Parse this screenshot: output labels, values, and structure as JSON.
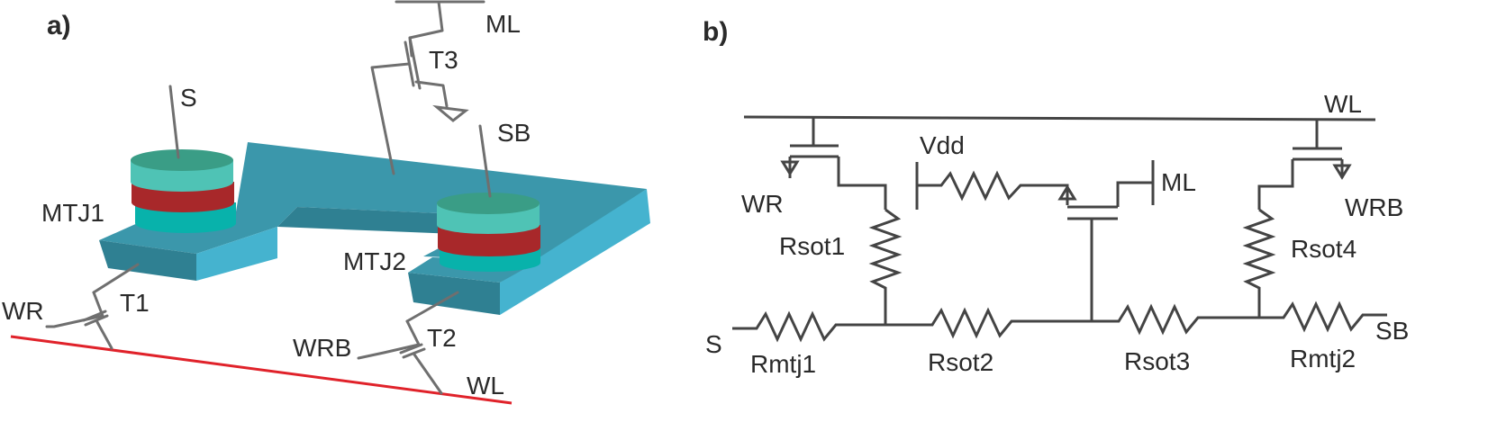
{
  "panel_a": {
    "label": "a)",
    "terminals": {
      "ml": "ML",
      "s": "S",
      "sb": "SB",
      "wr": "WR",
      "wrb": "WRB",
      "wl": "WL"
    },
    "devices": {
      "mtj1": "MTJ1",
      "mtj2": "MTJ2",
      "t1": "T1",
      "t2": "T2",
      "t3": "T3"
    },
    "colors": {
      "slab_top": "#3b97ab",
      "slab_front": "#2f8092",
      "slab_side": "#45b3cf",
      "mtj_top": "#3a9d86",
      "mtj_cap": "#4fc3b5",
      "mtj_mid": "#a8282a",
      "mtj_bottom": "#08b2ab",
      "word_line": "#e0222a"
    }
  },
  "panel_b": {
    "label": "b)",
    "terminals": {
      "wl": "WL",
      "wr": "WR",
      "wrb": "WRB",
      "vdd": "Vdd",
      "ml": "ML",
      "s": "S",
      "sb": "SB"
    },
    "resistors": {
      "rsot1": "Rsot1",
      "rsot2": "Rsot2",
      "rsot3": "Rsot3",
      "rsot4": "Rsot4",
      "rmtj1": "Rmtj1",
      "rmtj2": "Rmtj2"
    }
  }
}
